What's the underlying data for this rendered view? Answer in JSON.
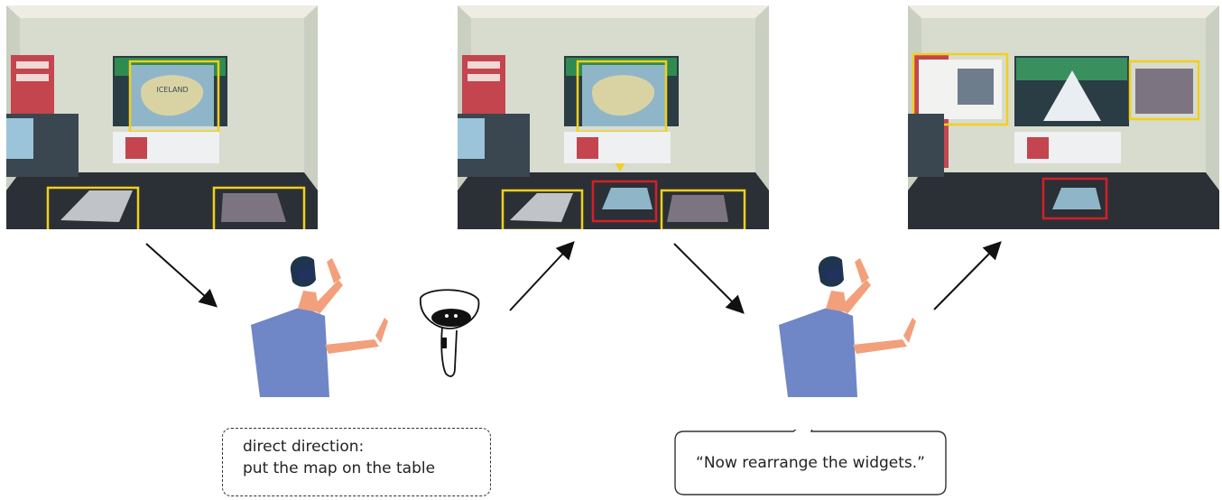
{
  "panels": [
    {
      "id": "before"
    },
    {
      "id": "moving"
    },
    {
      "id": "after"
    }
  ],
  "labels": {
    "map_widget_title": "ICELAND",
    "hotel_widget_title": "HOTEL BOOKING WIDGET"
  },
  "colors": {
    "highlight_yellow": "#f2cf1d",
    "highlight_red": "#d42027",
    "skin": "#f2a07b",
    "shirt": "#6f86c7",
    "hair": "#1e3550",
    "headset": "#23315f",
    "floor": "#2b3036",
    "wall": "#d7dccf"
  },
  "notes": {
    "direct_line1": "direct direction:",
    "direct_line2": "put the map on the table",
    "speech": "“Now rearrange the widgets.”"
  }
}
